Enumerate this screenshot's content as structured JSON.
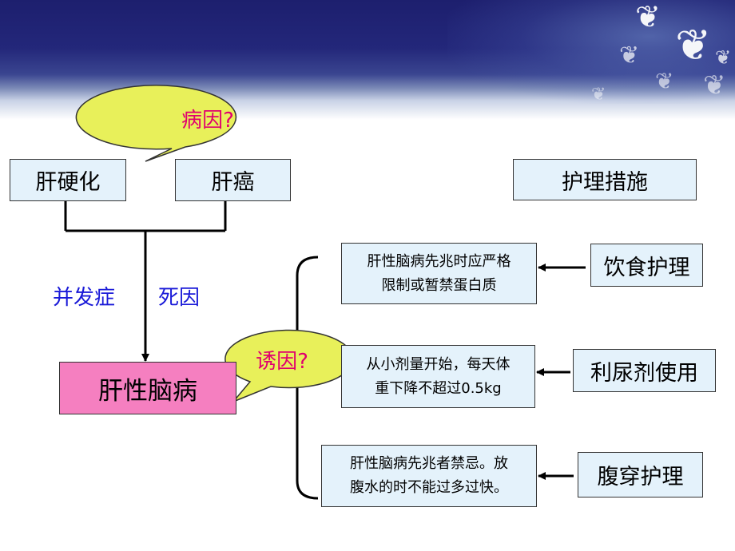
{
  "causes": [
    "肝硬化",
    "肝癌"
  ],
  "cause_bubble": "病因?",
  "trigger_bubble": "诱因?",
  "edge_labels": {
    "complication": "并发症",
    "death_cause": "死因"
  },
  "center_node": "肝性脑病",
  "nursing_title": "护理措施",
  "measures": [
    {
      "name": "饮食护理",
      "detail_lines": [
        "肝性脑病先兆时应严格",
        "限制或暂禁蛋白质"
      ]
    },
    {
      "name": "利尿剂使用",
      "detail_lines": [
        "从小剂量开始，每天体",
        "重下降不超过0.5kg"
      ]
    },
    {
      "name": "腹穿护理",
      "detail_lines": [
        "肝性脑病先兆者禁忌。放",
        "腹水的时不能过多过快。"
      ]
    }
  ],
  "colors": {
    "banner": "#23277a",
    "bubble": "#e8f05a",
    "center": "#f57fc0",
    "box": "#e4f2fb",
    "label": "#1a1ad8",
    "bubble_text": "#e0006e"
  }
}
